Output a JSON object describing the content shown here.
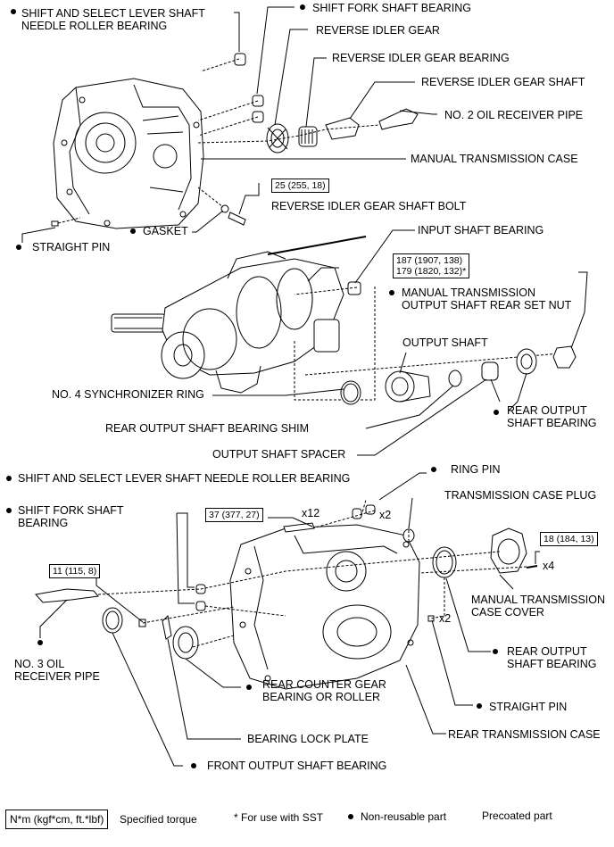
{
  "labels": {
    "shift_select_needle_top": "SHIFT AND SELECT LEVER SHAFT\nNEEDLE ROLLER BEARING",
    "shift_fork_shaft_bearing_top": "SHIFT FORK SHAFT BEARING",
    "reverse_idler_gear": "REVERSE IDLER GEAR",
    "reverse_idler_gear_bearing": "REVERSE IDLER GEAR BEARING",
    "reverse_idler_gear_shaft": "REVERSE IDLER GEAR SHAFT",
    "no2_oil_receiver_pipe": "NO. 2 OIL RECEIVER PIPE",
    "manual_transmission_case": "MANUAL TRANSMISSION CASE",
    "reverse_idler_gear_shaft_bolt": "REVERSE IDLER GEAR SHAFT BOLT",
    "gasket": "GASKET",
    "straight_pin_top": "STRAIGHT PIN",
    "input_shaft_bearing": "INPUT SHAFT BEARING",
    "output_shaft_rear_set_nut": "MANUAL TRANSMISSION\nOUTPUT SHAFT REAR SET NUT",
    "output_shaft": "OUTPUT SHAFT",
    "no4_synchronizer_ring": "NO. 4 SYNCHRONIZER RING",
    "rear_output_shaft_bearing_top": "REAR OUTPUT\nSHAFT BEARING",
    "rear_output_shaft_bearing_shim": "REAR OUTPUT SHAFT BEARING SHIM",
    "output_shaft_spacer": "OUTPUT SHAFT SPACER",
    "shift_select_needle_bottom": "SHIFT AND SELECT LEVER SHAFT NEEDLE ROLLER BEARING",
    "ring_pin": "RING PIN",
    "transmission_case_plug": "TRANSMISSION CASE PLUG",
    "shift_fork_shaft_bearing_bottom": "SHIFT FORK SHAFT\nBEARING",
    "no3_oil_receiver_pipe": "NO. 3 OIL\nRECEIVER PIPE",
    "manual_transmission_case_cover": "MANUAL TRANSMISSION\nCASE COVER",
    "rear_output_shaft_bearing_bottom": "REAR OUTPUT\nSHAFT BEARING",
    "rear_counter_gear_bearing": "REAR COUNTER GEAR\nBEARING OR ROLLER",
    "straight_pin_bottom": "STRAIGHT PIN",
    "bearing_lock_plate": "BEARING LOCK PLATE",
    "rear_transmission_case": "REAR TRANSMISSION CASE",
    "front_output_shaft_bearing": "FRONT OUTPUT SHAFT BEARING"
  },
  "torque_specs": {
    "reverse_idler_bolt": "25 (255, 18)",
    "rear_set_nut": "187 (1907, 138)\n179 (1820, 132)*",
    "case_bolts": "37 (377, 27)",
    "case_cover_bolts": "18 (184, 13)",
    "oil_pipe_bolt": "11 (115, 8)"
  },
  "multipliers": {
    "case_bolts": "x12",
    "ring_pin": "x2",
    "case_cover_bolts": "x4",
    "straight_pin": "x2"
  },
  "legend": {
    "torque_unit": "N*m (kgf*cm, ft.*lbf)",
    "specified_torque": "Specified torque",
    "sst_note": "* For use with SST",
    "non_reusable": "Non-reusable part",
    "precoated": "Precoated part"
  }
}
